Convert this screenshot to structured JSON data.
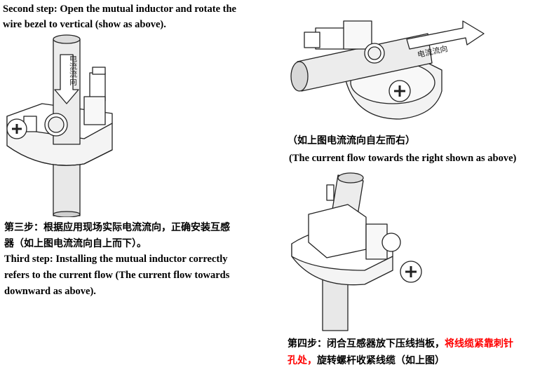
{
  "step2": {
    "line1": "Second step: Open the mutual inductor and rotate the",
    "line2": "wire bezel to vertical (show as above)."
  },
  "step3": {
    "cn_line1": "第三步：根据应用现场实际电流流向，正确安装互感",
    "cn_line2": "器（如上图电流流向自上而下）。",
    "en_line1": "Third step: Installing the mutual inductor correctly",
    "en_line2": "refers to the current flow (The current flow towards",
    "en_line3": "downward as above)."
  },
  "caption_right": {
    "cn": "（如上图电流流向自左而右）",
    "en": "(The current flow towards the right shown as above)"
  },
  "step4": {
    "part1": "第四步：闭合互感器放下压线挡板，",
    "part2_red": "将线缆紧靠刺针",
    "part3_red": "孔处，",
    "part4": "旋转螺杆收紧线缆（如上图）",
    "highlight_color": "#ff0000"
  },
  "figures": {
    "arrow_label": "电流流向"
  }
}
